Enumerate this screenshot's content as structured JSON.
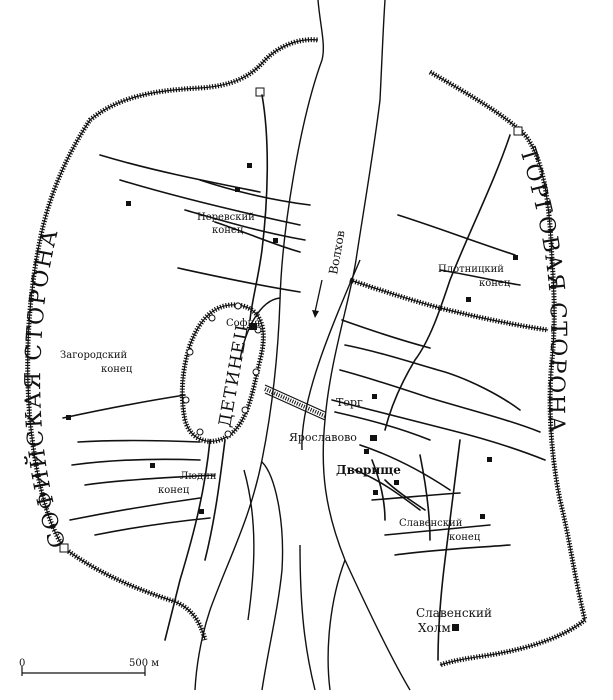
{
  "map": {
    "sides": {
      "sofia": "СОФИЙСКАЯ СТОРОНА",
      "torg": "ТОРГОВАЯ СТОРОНА"
    },
    "fortress": "ДЕТИНЕЦ",
    "river": "Волхов",
    "labels": {
      "nerev_1": "Неревский",
      "nerev_2": "конец",
      "zagorod_1": "Загородский",
      "zagorod_2": "конец",
      "lyudin_1": "Людин",
      "lyudin_2": "конец",
      "plotnic_1": "Плотницкий",
      "plotnic_2": "конец",
      "slaven_1": "Славенский",
      "slaven_2": "конец",
      "sofia_cath": "София",
      "torg": "Торг",
      "yaroslavovo": "Ярославово",
      "dvorishche": "Дворище",
      "holm_1": "Славенский",
      "holm_2": "Холм"
    },
    "scale": {
      "start": "0",
      "end": "500 м"
    }
  }
}
